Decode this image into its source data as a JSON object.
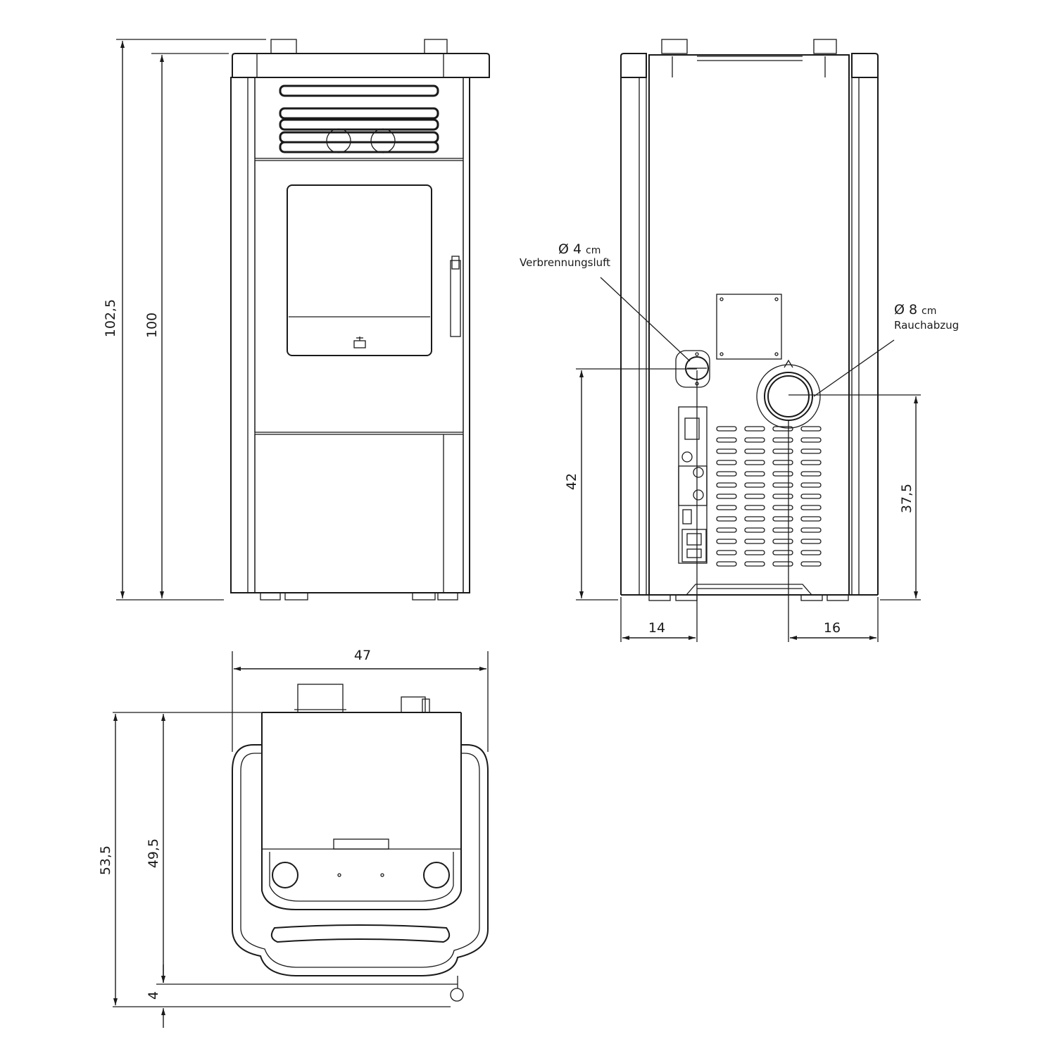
{
  "dimensions": {
    "total_height": "102,5",
    "body_height": "100",
    "top_width": "47",
    "total_depth": "53,5",
    "body_depth": "49,5",
    "front_offset": "4",
    "air_inlet_height": "42",
    "flue_height": "37,5",
    "air_inlet_side": "14",
    "flue_side": "16"
  },
  "callouts": {
    "air_inlet": {
      "symbol": "Ø 4",
      "unit": "cm",
      "label": "Verbrennungsluft"
    },
    "flue": {
      "symbol": "Ø 8",
      "unit": "cm",
      "label": "Rauchabzug"
    }
  }
}
